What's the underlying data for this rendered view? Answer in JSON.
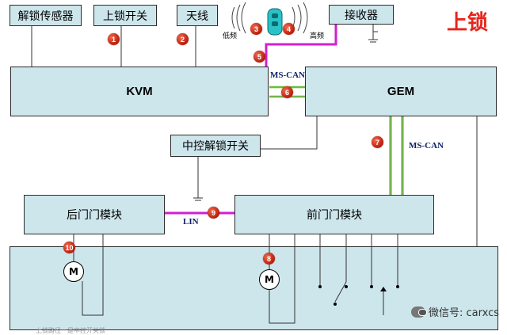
{
  "title": "上锁",
  "top_boxes": {
    "unlock_sensor": "解锁传感器",
    "lock_switch": "上锁开关",
    "antenna": "天线",
    "receiver": "接收器"
  },
  "modules": {
    "kvm": "KVM",
    "gem": "GEM",
    "central_switch": "中控解锁开关",
    "rear_door": "后门门模块",
    "front_door": "前门门模块"
  },
  "labels": {
    "low_freq": "低频",
    "high_freq": "高频",
    "bus_ms_can_1": "MS-CAN",
    "bus_ms_can_2": "MS-CAN",
    "bus_lin": "LIN",
    "motor": "M"
  },
  "badges": [
    "1",
    "2",
    "3",
    "4",
    "5",
    "6",
    "7",
    "8",
    "9",
    "10"
  ],
  "watermark": "微信号: carxcs",
  "footer": "上锁路径一是中控开关锁",
  "colors": {
    "box_fill": "#cde6ec",
    "badge": "#c4260f",
    "can_bus": "#9be36a",
    "purple_wire": "#d11fd1",
    "title": "#e8231a"
  }
}
